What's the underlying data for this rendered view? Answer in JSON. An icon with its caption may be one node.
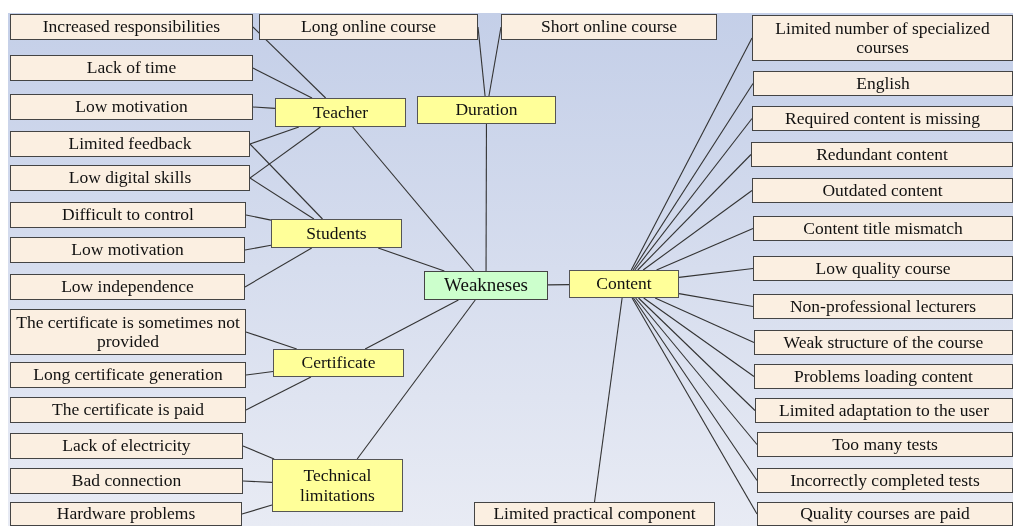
{
  "diagram": {
    "nodes": [
      {
        "text": [
          "Increased responsibilities"
        ]
      },
      {
        "text": [
          "Long online course"
        ]
      },
      {
        "text": [
          "Short online course"
        ]
      },
      {
        "text": [
          "Limited number of specialized courses"
        ]
      },
      {
        "text": [
          "Lack of time"
        ]
      },
      {
        "text": [
          "Teacher"
        ]
      },
      {
        "text": [
          "Duration"
        ]
      },
      {
        "text": [
          "Low motivation"
        ]
      },
      {
        "text": [
          "English"
        ]
      },
      {
        "text": [
          "Required content is missing"
        ]
      },
      {
        "text": [
          "Limited feedback"
        ]
      },
      {
        "text": [
          "Redundant content"
        ]
      },
      {
        "text": [
          "Low digital skills"
        ]
      },
      {
        "text": [
          "Outdated content"
        ]
      },
      {
        "text": [
          "Difficult to control"
        ]
      },
      {
        "text": [
          "Students"
        ]
      },
      {
        "text": [
          "Content title mismatch"
        ]
      },
      {
        "text": [
          "Low motivation"
        ]
      },
      {
        "text": [
          "Weakneses"
        ]
      },
      {
        "text": [
          "Content"
        ]
      },
      {
        "text": [
          "Low quality course"
        ]
      },
      {
        "text": [
          "Low independence"
        ]
      },
      {
        "text": [
          "Non-professional lecturers"
        ]
      },
      {
        "text": [
          "The certificate is sometimes not provided"
        ]
      },
      {
        "text": [
          "Weak structure of the course"
        ]
      },
      {
        "text": [
          "Certificate"
        ]
      },
      {
        "text": [
          "Long certificate generation"
        ]
      },
      {
        "text": [
          "Problems loading content"
        ]
      },
      {
        "text": [
          "Limited adaptation to the user"
        ]
      },
      {
        "text": [
          "The certificate is paid"
        ]
      },
      {
        "text": [
          "Lack of electricity"
        ]
      },
      {
        "text": [
          "Too many tests"
        ]
      },
      {
        "text": [
          "Technical limitations"
        ]
      },
      {
        "text": [
          "Bad connection"
        ]
      },
      {
        "text": [
          "Incorrectly completed tests"
        ]
      },
      {
        "text": [
          "Hardware problems"
        ]
      },
      {
        "text": [
          "Limited practical component"
        ]
      },
      {
        "text": [
          "Quality courses are paid"
        ]
      }
    ],
    "edges": [
      {
        "from": 0,
        "to": 5,
        "arrow": "none"
      },
      {
        "from": 4,
        "to": 5,
        "arrow": "none"
      },
      {
        "from": 7,
        "to": 5,
        "arrow": "none"
      },
      {
        "from": 10,
        "to": 5,
        "arrow": "none"
      },
      {
        "from": 12,
        "to": 5,
        "arrow": "none"
      },
      {
        "from": 10,
        "to": 15,
        "arrow": "none"
      },
      {
        "from": 12,
        "to": 15,
        "arrow": "none"
      },
      {
        "from": 14,
        "to": 15,
        "arrow": "none"
      },
      {
        "from": 17,
        "to": 15,
        "arrow": "none"
      },
      {
        "from": 21,
        "to": 15,
        "arrow": "none"
      },
      {
        "from": 1,
        "to": 6,
        "arrow": "none"
      },
      {
        "from": 2,
        "to": 6,
        "arrow": "none"
      },
      {
        "from": 23,
        "to": 25,
        "arrow": "none"
      },
      {
        "from": 26,
        "to": 25,
        "arrow": "none"
      },
      {
        "from": 29,
        "to": 25,
        "arrow": "none"
      },
      {
        "from": 30,
        "to": 32,
        "arrow": "none"
      },
      {
        "from": 33,
        "to": 32,
        "arrow": "none"
      },
      {
        "from": 35,
        "to": 32,
        "arrow": "none"
      },
      {
        "from": 3,
        "to": 19,
        "arrow": "none"
      },
      {
        "from": 8,
        "to": 19,
        "arrow": "none"
      },
      {
        "from": 9,
        "to": 19,
        "arrow": "none"
      },
      {
        "from": 11,
        "to": 19,
        "arrow": "none"
      },
      {
        "from": 13,
        "to": 19,
        "arrow": "none"
      },
      {
        "from": 16,
        "to": 19,
        "arrow": "none"
      },
      {
        "from": 20,
        "to": 19,
        "arrow": "none"
      },
      {
        "from": 22,
        "to": 19,
        "arrow": "none"
      },
      {
        "from": 24,
        "to": 19,
        "arrow": "none"
      },
      {
        "from": 27,
        "to": 19,
        "arrow": "none"
      },
      {
        "from": 28,
        "to": 19,
        "arrow": "none"
      },
      {
        "from": 31,
        "to": 19,
        "arrow": "none"
      },
      {
        "from": 34,
        "to": 19,
        "arrow": "none"
      },
      {
        "from": 37,
        "to": 19,
        "arrow": "none"
      },
      {
        "from": 36,
        "to": 19,
        "arrow": "none"
      },
      {
        "from": 5,
        "to": 18,
        "arrow": "none"
      },
      {
        "from": 6,
        "to": 18,
        "arrow": "none"
      },
      {
        "from": 15,
        "to": 18,
        "arrow": "none"
      },
      {
        "from": 19,
        "to": 18,
        "arrow": "none"
      },
      {
        "from": 25,
        "to": 18,
        "arrow": "none"
      },
      {
        "from": 32,
        "to": 18,
        "arrow": "none"
      }
    ]
  }
}
